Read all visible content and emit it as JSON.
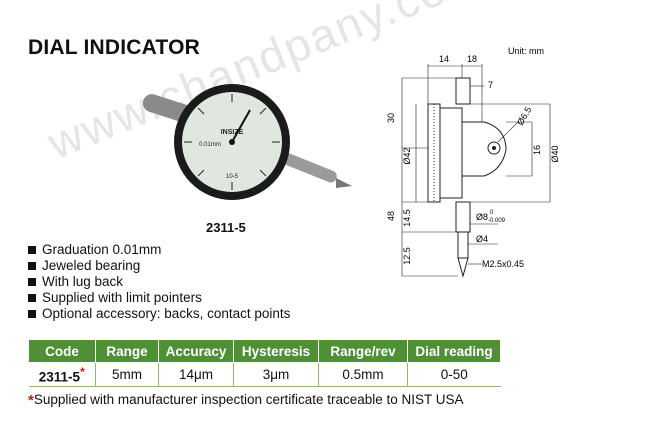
{
  "title": "DIAL INDICATOR",
  "watermark": "www.chandpany.com",
  "model": "2311-5",
  "dial_face": {
    "brand": "INSIZE",
    "face_left_text": "0.01mm",
    "bottom_text": "10-5"
  },
  "drawing": {
    "unit_label": "Unit: mm",
    "dims": {
      "d14": "14",
      "d18": "18",
      "d7": "7",
      "d30": "30",
      "d42": "Ø42",
      "d6_5": "Ø6.5",
      "d16": "16",
      "d40": "Ø40",
      "d48": "48",
      "d14_5": "14.5",
      "d8": "Ø8",
      "d8_tol_upper": "0",
      "d8_tol_lower": "-0.009",
      "d4": "Ø4",
      "d12_5": "12.5",
      "thread": "M2.5x0.45"
    }
  },
  "features": [
    "Graduation 0.01mm",
    "Jeweled bearing",
    "With lug back",
    "Supplied with limit pointers",
    "Optional accessory: backs, contact points"
  ],
  "table": {
    "headers": [
      "Code",
      "Range",
      "Accuracy",
      "Hysteresis",
      "Range/rev",
      "Dial reading"
    ],
    "rows": [
      [
        "2311-5",
        "5mm",
        "14μm",
        "3μm",
        "0.5mm",
        "0-50"
      ]
    ],
    "code_marker": "*"
  },
  "note": {
    "marker": "*",
    "text": "Supplied with manufacturer inspection certificate traceable to NIST USA"
  },
  "colors": {
    "header_bg": "#4f8f35",
    "accent_red": "#d3121a"
  }
}
